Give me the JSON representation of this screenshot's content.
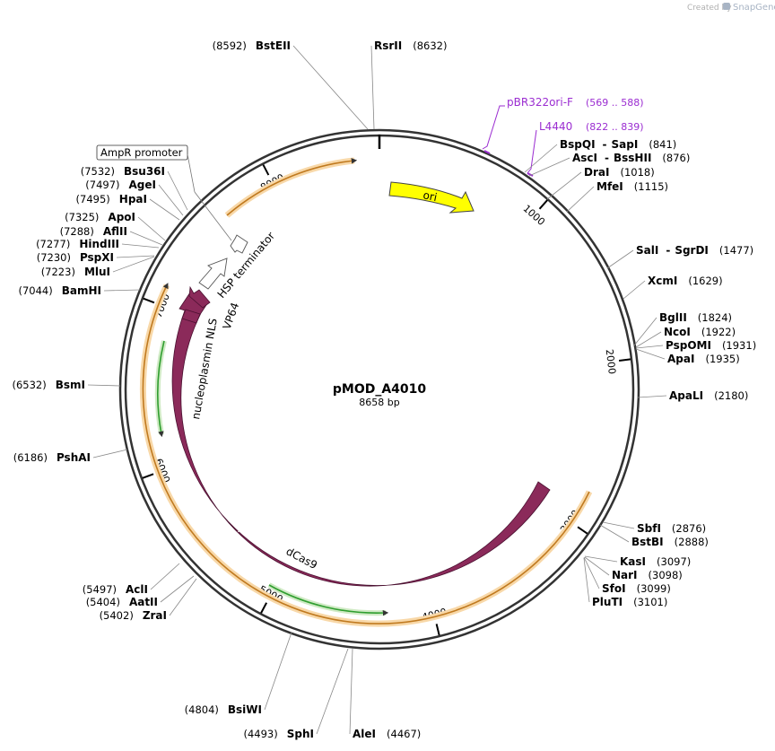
{
  "credit": {
    "prefix": "Created by",
    "brand": "SnapGene",
    "logo_icon": "snapgene-logo-icon"
  },
  "map": {
    "name": "pMOD_A4010",
    "length_label": "8658 bp",
    "total_bp": 8658,
    "tick_labels": [
      "1000",
      "2000",
      "3000",
      "4000",
      "5000",
      "6000",
      "7000",
      "8000"
    ],
    "ticks_bp": [
      1000,
      2000,
      3000,
      4000,
      5000,
      6000,
      7000,
      8000
    ],
    "colors": {
      "ori": "#ffff00",
      "cds": "#8b2a5a",
      "primer": "#9b2dd1",
      "rna": "#f5b45a",
      "green": "#2f9e2f",
      "outline": "#333333"
    }
  },
  "sites": [
    {
      "name": "BstEII",
      "pos": "(8592)"
    },
    {
      "name": "RsrII",
      "pos": "(8632)"
    },
    {
      "name": "BspQI",
      "sep": "-",
      "name2": "SapI",
      "pos": "(841)"
    },
    {
      "name": "AscI",
      "sep": "-",
      "name2": "BssHII",
      "pos": "(876)"
    },
    {
      "name": "DraI",
      "pos": "(1018)"
    },
    {
      "name": "MfeI",
      "pos": "(1115)"
    },
    {
      "name": "SalI",
      "sep": "-",
      "name2": "SgrDI",
      "pos": "(1477)"
    },
    {
      "name": "XcmI",
      "pos": "(1629)"
    },
    {
      "name": "BglII",
      "pos": "(1824)"
    },
    {
      "name": "NcoI",
      "pos": "(1922)"
    },
    {
      "name": "PspOMI",
      "pos": "(1931)"
    },
    {
      "name": "ApaI",
      "pos": "(1935)"
    },
    {
      "name": "ApaLI",
      "pos": "(2180)"
    },
    {
      "name": "SbfI",
      "pos": "(2876)"
    },
    {
      "name": "BstBI",
      "pos": "(2888)"
    },
    {
      "name": "KasI",
      "pos": "(3097)"
    },
    {
      "name": "NarI",
      "pos": "(3098)"
    },
    {
      "name": "SfoI",
      "pos": "(3099)"
    },
    {
      "name": "PluTI",
      "pos": "(3101)"
    },
    {
      "name": "AleI",
      "pos": "(4467)"
    },
    {
      "name": "SphI",
      "pos": "(4493)"
    },
    {
      "name": "BsiWI",
      "pos": "(4804)"
    },
    {
      "name": "ZraI",
      "pos": "(5402)"
    },
    {
      "name": "AatII",
      "pos": "(5404)"
    },
    {
      "name": "AclI",
      "pos": "(5497)"
    },
    {
      "name": "PshAI",
      "pos": "(6186)"
    },
    {
      "name": "BsmI",
      "pos": "(6532)"
    },
    {
      "name": "BamHI",
      "pos": "(7044)"
    },
    {
      "name": "MluI",
      "pos": "(7223)"
    },
    {
      "name": "PspXI",
      "pos": "(7230)"
    },
    {
      "name": "HindIII",
      "pos": "(7277)"
    },
    {
      "name": "AflII",
      "pos": "(7288)"
    },
    {
      "name": "ApoI",
      "pos": "(7325)"
    },
    {
      "name": "HpaI",
      "pos": "(7495)"
    },
    {
      "name": "AgeI",
      "pos": "(7497)"
    },
    {
      "name": "Bsu36I",
      "pos": "(7532)"
    }
  ],
  "primers": [
    {
      "name": "pBR322ori-F",
      "range": "(569 .. 588)"
    },
    {
      "name": "L4440",
      "range": "(822 .. 839)"
    }
  ],
  "features": {
    "ori": "ori",
    "dcas9": "dCas9",
    "nls": "nucleoplasmin NLS",
    "vp64": "VP64",
    "hsp": "HSP terminator",
    "ampr_promoter": "AmpR promoter"
  }
}
